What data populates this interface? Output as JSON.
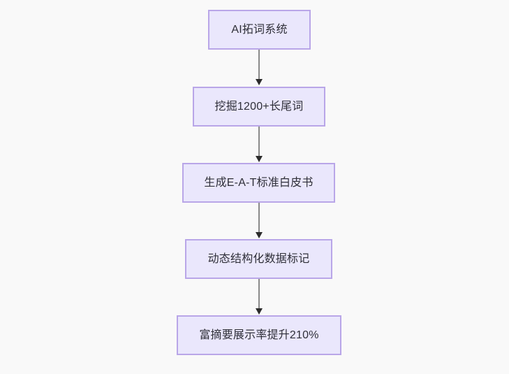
{
  "diagram": {
    "type": "flowchart",
    "direction": "top-to-bottom",
    "background_color": "#f9f9f9",
    "node_fill_color": "#eae7fc",
    "node_border_color": "#b9a6e8",
    "node_text_color": "#2f2f38",
    "edge_line_color": "#8a8a8a",
    "edge_arrow_color": "#2b2b2b",
    "nodes": [
      {
        "id": "n1",
        "label": "AI拓词系统"
      },
      {
        "id": "n2",
        "label": "挖掘1200+长尾词"
      },
      {
        "id": "n3",
        "label": "生成E-A-T标准白皮书"
      },
      {
        "id": "n4",
        "label": "动态结构化数据标记"
      },
      {
        "id": "n5",
        "label": "富摘要展示率提升210%"
      }
    ],
    "edges": [
      {
        "from": "n1",
        "to": "n2"
      },
      {
        "from": "n2",
        "to": "n3"
      },
      {
        "from": "n3",
        "to": "n4"
      },
      {
        "from": "n4",
        "to": "n5"
      }
    ]
  }
}
